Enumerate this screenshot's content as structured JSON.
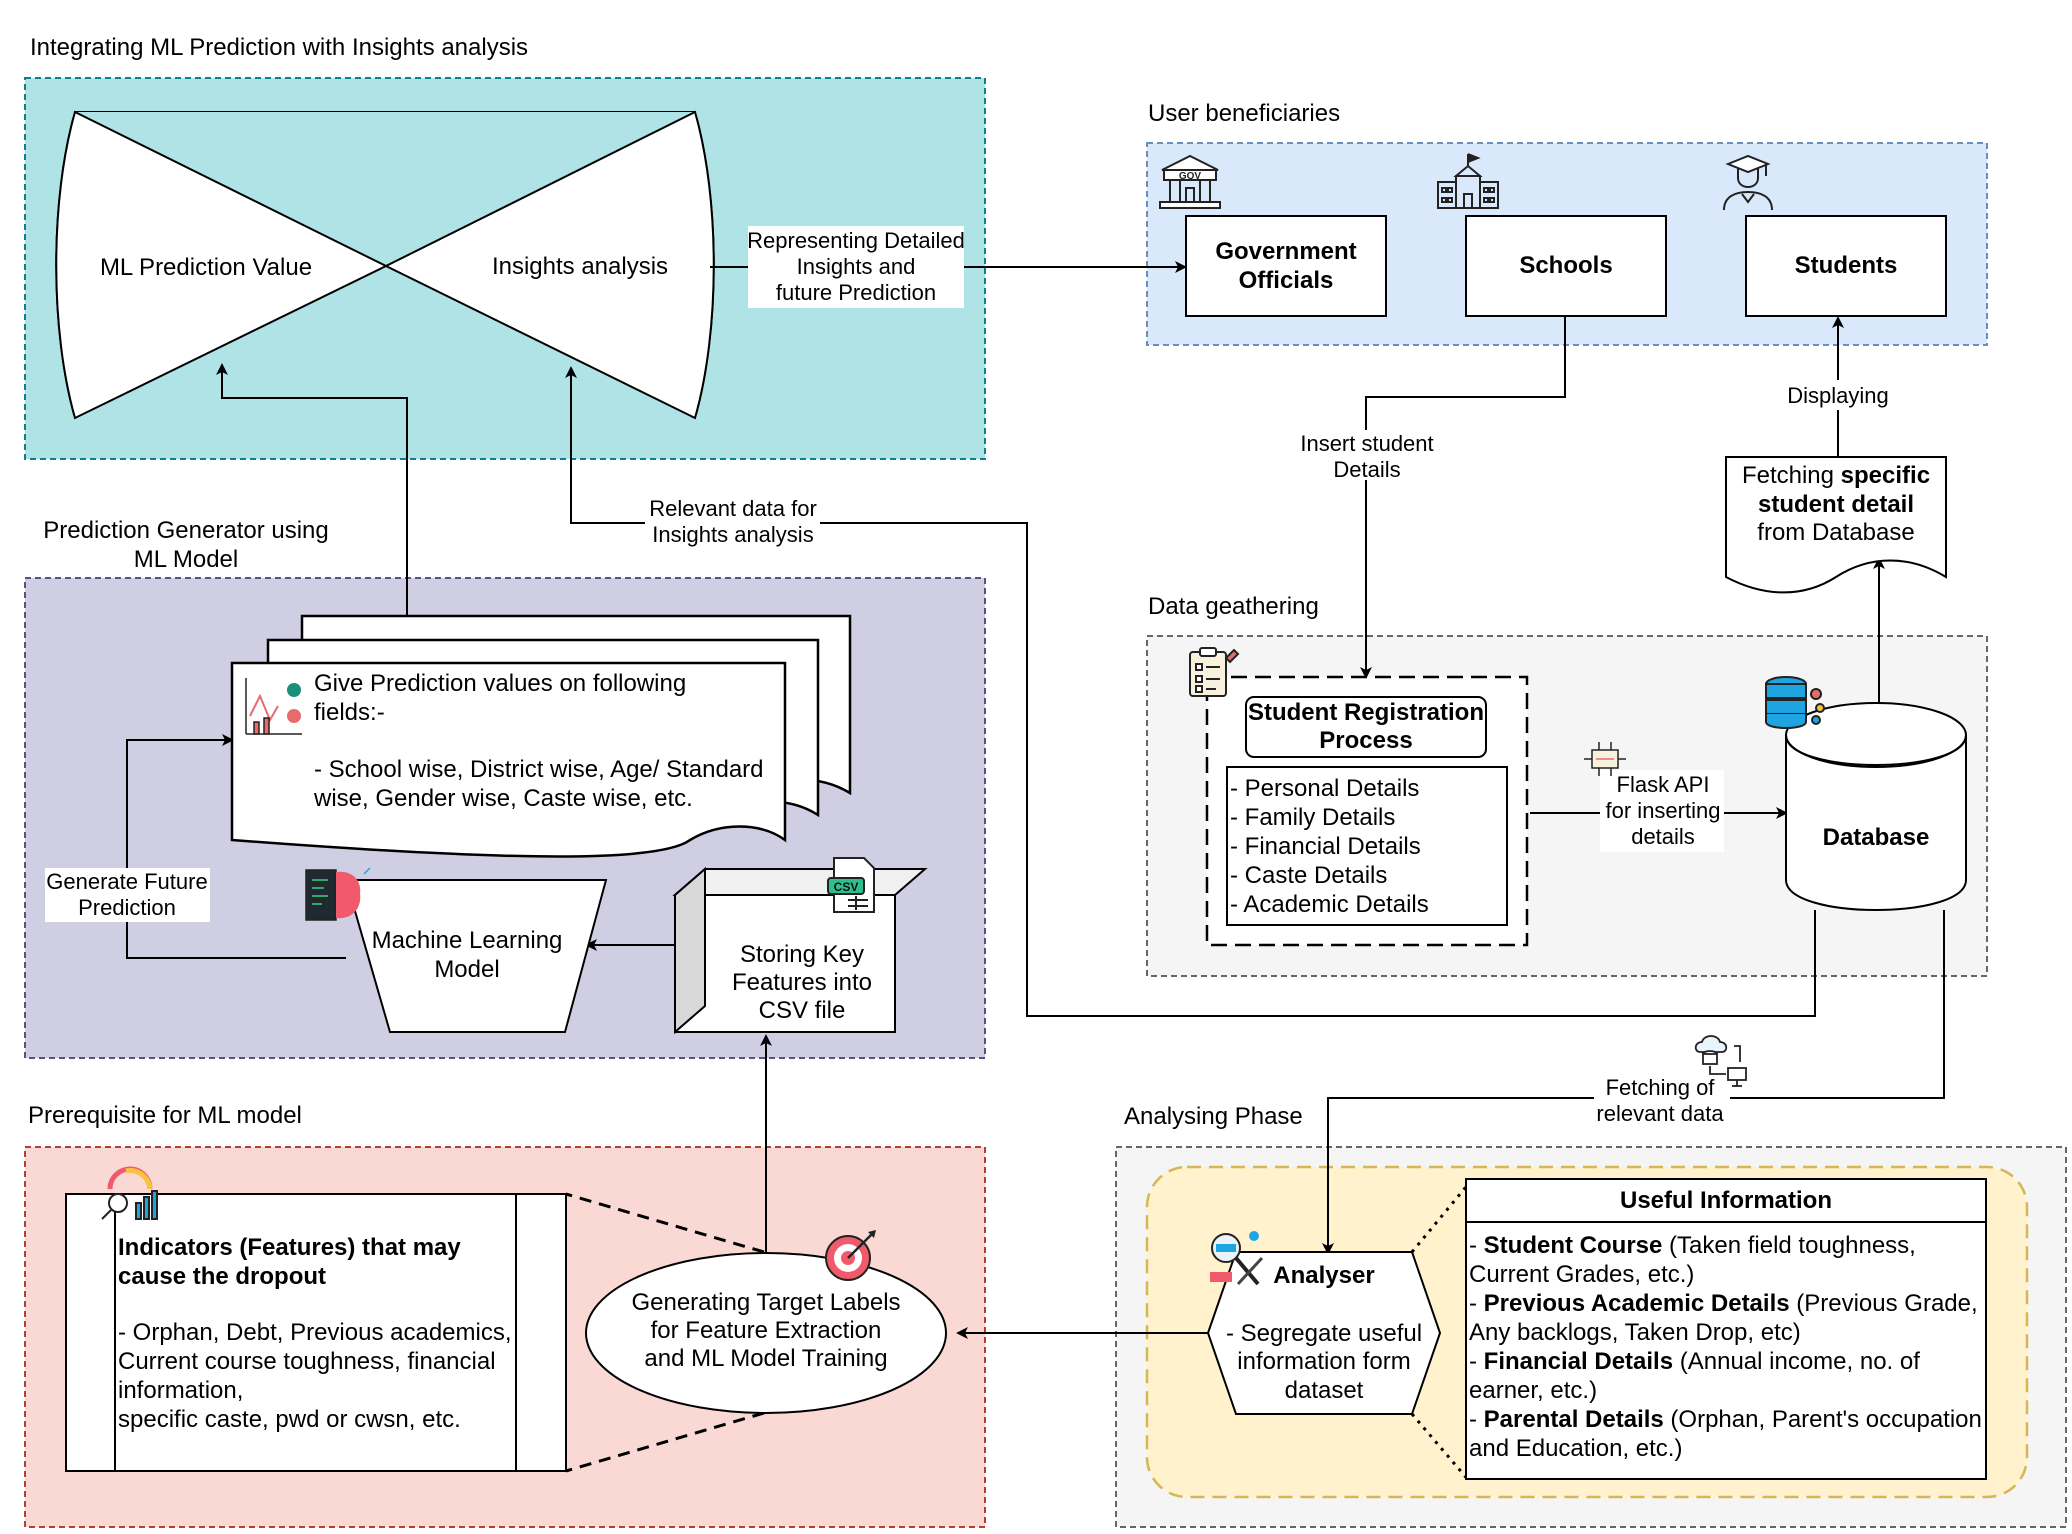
{
  "sections": {
    "integrating": "Integrating ML Prediction with Insights analysis",
    "beneficiaries": "User beneficiaries",
    "prediction_generator_l1": "Prediction Generator using",
    "prediction_generator_l2": "ML Model",
    "data_gathering": "Data geathering",
    "prerequisite": "Prerequisite for ML model",
    "analysing": "Analysing Phase"
  },
  "hourglass": {
    "ml_value": "ML Prediction Value",
    "insights": "Insights analysis"
  },
  "labels": {
    "representing_l1": "Representing Detailed",
    "representing_l2": "Insights and",
    "representing_l3": "future Prediction",
    "insert_l1": "Insert student",
    "insert_l2": "Details",
    "displaying": "Displaying",
    "relevant_l1": "Relevant data for",
    "relevant_l2": "Insights analysis",
    "generate_l1": "Generate Future",
    "generate_l2": "Prediction",
    "flask_l1": "Flask API",
    "flask_l2": "for inserting",
    "flask_l3": "details",
    "fetching_rel_l1": "Fetching of",
    "fetching_rel_l2": "relevant data"
  },
  "beneficiaries": {
    "gov_l1": "Government",
    "gov_l2": "Officials",
    "schools": "Schools",
    "students": "Students",
    "gov_icon_text": "GOV"
  },
  "fetching_doc": {
    "l1_a": "Fetching ",
    "l1_b": "specific",
    "l2": "student detail",
    "l3": "from Database"
  },
  "registration": {
    "title_l1": "Student Registration",
    "title_l2": "Process",
    "items": [
      "- Personal Details",
      "- Family Details",
      "- Financial Details",
      "- Caste Details",
      "- Academic Details"
    ]
  },
  "database": "Database",
  "prediction_doc": {
    "l1": "Give Prediction values on following",
    "l2": "fields:-",
    "l3": "- School wise, District wise, Age/ Standard",
    "l4": "wise, Gender wise, Caste wise, etc."
  },
  "ml_model": {
    "l1": "Machine Learning",
    "l2": "Model"
  },
  "csv_box": {
    "l1": "Storing Key",
    "l2": "Features into",
    "l3": "CSV file",
    "icon_text": "CSV"
  },
  "indicators": {
    "title_l1": "Indicators (Features) that may",
    "title_l2": "cause the dropout",
    "l1": "- Orphan, Debt, Previous academics,",
    "l2": "Current course toughness, financial",
    "l3": "information,",
    "l4": "specific caste, pwd or cwsn, etc."
  },
  "target": {
    "l1": "Generating Target Labels",
    "l2": "for Feature Extraction",
    "l3": "and ML Model Training"
  },
  "analyser": {
    "title": "Analyser",
    "l1": "- Segregate useful",
    "l2": "information form",
    "l3": "dataset"
  },
  "useful": {
    "title": "Useful Information",
    "r1_b": "Student Course",
    "r1_n": " (Taken field toughness,",
    "r2": "Current Grades, etc.)",
    "r3_b": "Previous Academic Details",
    "r3_n": " (Previous Grade,",
    "r4": "Any backlogs, Taken Drop, etc)",
    "r5_b": "Financial Details",
    "r5_n": " (Annual income, no. of",
    "r6": "earner, etc.)",
    "r7_b": "Parental Details",
    "r7_n": " (Orphan, Parent's occupation",
    "r8": "and Education, etc.)"
  },
  "colors": {
    "integrating_bg": "#b0e3e6",
    "integrating_border": "#0e8088",
    "beneficiaries_bg": "#dae8fc",
    "beneficiaries_border": "#6c8ebf",
    "prediction_bg": "#d0cee2",
    "prediction_border": "#56517e",
    "gathering_bg": "#f5f5f5",
    "gathering_border": "#666666",
    "prerequisite_bg": "#fad9d5",
    "prerequisite_border": "#ae4132",
    "analysing_bg": "#f5f5f5",
    "analysing_inner_bg": "#fff2cc",
    "analysing_inner_border": "#d6b656"
  }
}
